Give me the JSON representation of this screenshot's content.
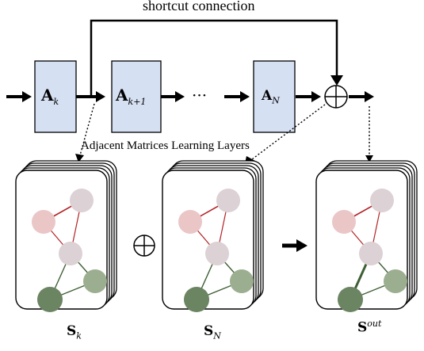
{
  "top_label": "shortcut connection",
  "mid_label": "Adjacent Matrices Learning Layers",
  "ellipsis": "···",
  "blocks": [
    {
      "base": "A",
      "sub": "k"
    },
    {
      "base": "A",
      "sub": "k+1"
    },
    {
      "base": "A",
      "sub": "N"
    }
  ],
  "panels": [
    {
      "base": "S",
      "sub": "k",
      "sup": ""
    },
    {
      "base": "S",
      "sub": "N",
      "sup": ""
    },
    {
      "base": "S",
      "sub": "",
      "sup": "out"
    }
  ],
  "colors": {
    "block_fill": "#d6e0f3",
    "node_pink": "#eac6c7",
    "node_light": "#dcd1d5",
    "node_mid": "#9bae8f",
    "node_dark": "#6b8462",
    "edge_red": "#b22224",
    "edge_green": "#3f5f35"
  }
}
